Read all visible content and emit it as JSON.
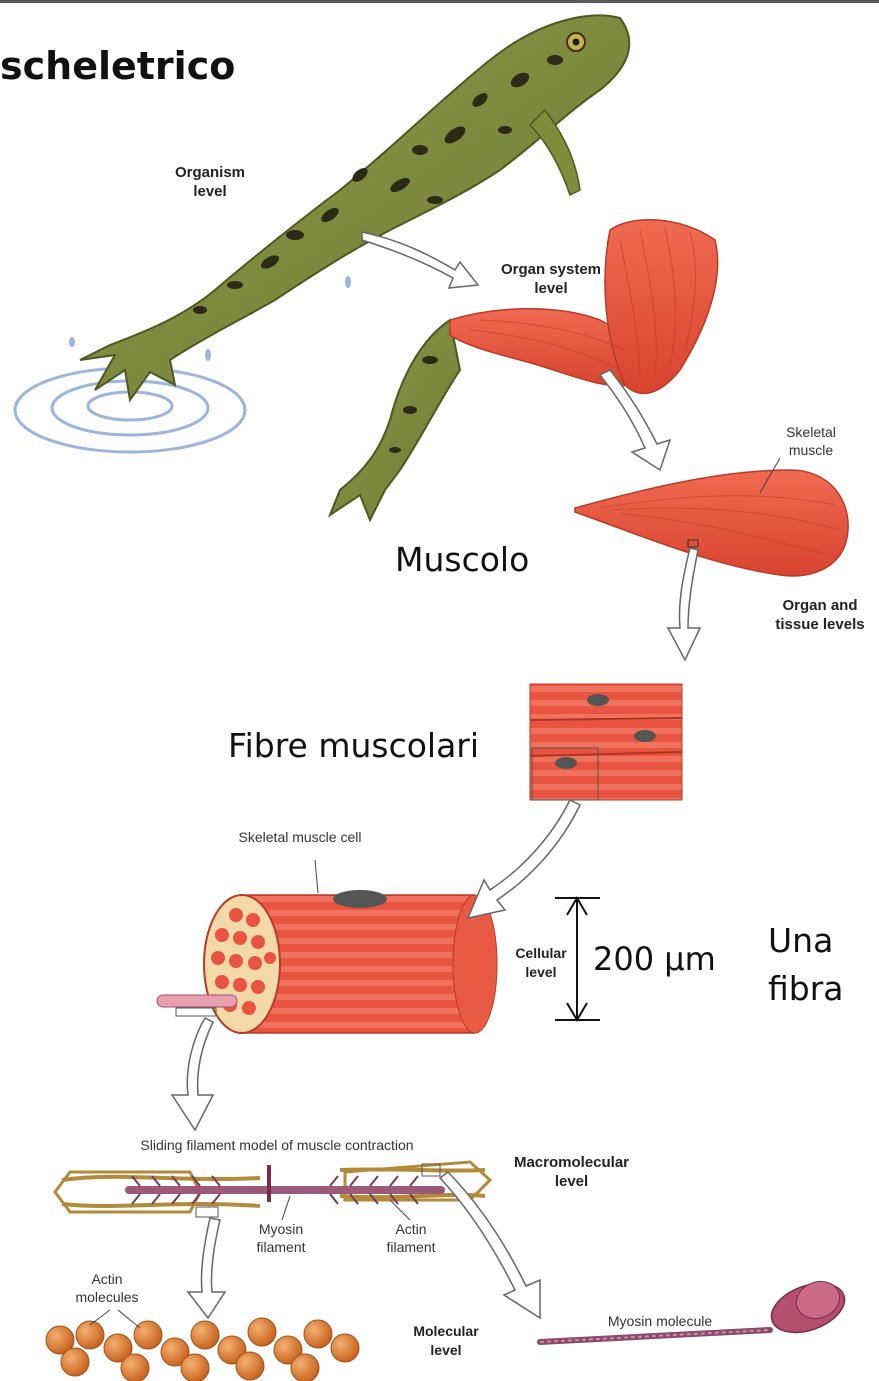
{
  "title": "scheletrico",
  "levels": {
    "organism": "Organism level",
    "organ_system": "Organ system level",
    "skeletal_muscle": "Skeletal muscle",
    "organ_tissue": "Organ and tissue levels",
    "skeletal_muscle_cell": "Skeletal muscle cell",
    "cellular": "Cellular level",
    "sliding_model": "Sliding filament model of muscle contraction",
    "macromolecular": "Macromolecular level",
    "myosin_filament": "Myosin filament",
    "actin_filament": "Actin filament",
    "actin_molecules": "Actin molecules",
    "molecular": "Molecular level",
    "myosin_molecule": "Myosin molecule"
  },
  "overlays": {
    "muscolo": "Muscolo",
    "fibre_muscolari": "Fibre muscolari",
    "scale": "200 μm",
    "una_fibra": "Una fibra"
  },
  "colors": {
    "muscle_red": "#e8543f",
    "frog_green": "#7c8a3c",
    "frog_spot": "#2e2a18",
    "actin_orange": "#d9772a",
    "myosin_purple": "#9a5a78"
  }
}
